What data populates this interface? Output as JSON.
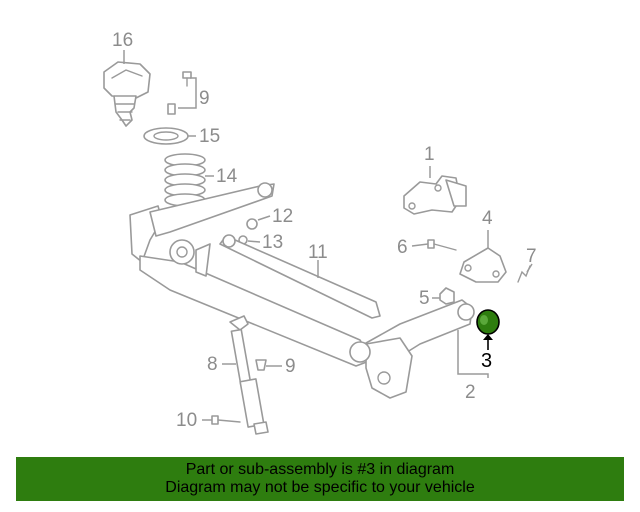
{
  "callouts": {
    "c1": "1",
    "c2": "2",
    "c3": "3",
    "c4": "4",
    "c5": "5",
    "c6": "6",
    "c7": "7",
    "c8": "8",
    "c9a": "9",
    "c9b": "9",
    "c10": "10",
    "c11": "11",
    "c12": "12",
    "c13": "13",
    "c14": "14",
    "c15": "15",
    "c16": "16"
  },
  "highlighted_part": "3",
  "colors": {
    "highlight": "#2e7d0f",
    "linework": "#9a9a9a",
    "banner_bg": "#2e7d0f"
  },
  "banner": {
    "line1": "Part or sub-assembly is #3 in diagram",
    "line2": "Diagram may not be specific to your vehicle"
  }
}
